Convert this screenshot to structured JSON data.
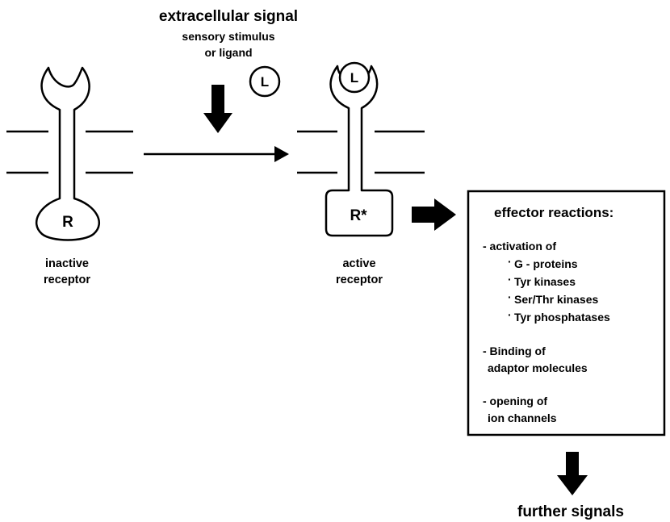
{
  "signal": {
    "title": "extracellular signal",
    "sub_line1": "sensory stimulus",
    "sub_line2": "or ligand"
  },
  "ligand_letter": "L",
  "inactive_receptor": {
    "letter": "R",
    "label_line1": "inactive",
    "label_line2": "receptor"
  },
  "active_receptor": {
    "letter": "R*",
    "ligand_letter": "L",
    "label_line1": "active",
    "label_line2": "receptor"
  },
  "effector": {
    "heading": "effector reactions:",
    "lines": [
      "- activation of",
      "G - proteins",
      "Tyr kinases",
      "Ser/Thr kinases",
      "Tyr phosphatases",
      "- Binding of",
      "adaptor molecules",
      "- opening of",
      "ion channels"
    ]
  },
  "further_signals": "further signals",
  "colors": {
    "stroke": "#000000",
    "fill": "#ffffff"
  }
}
